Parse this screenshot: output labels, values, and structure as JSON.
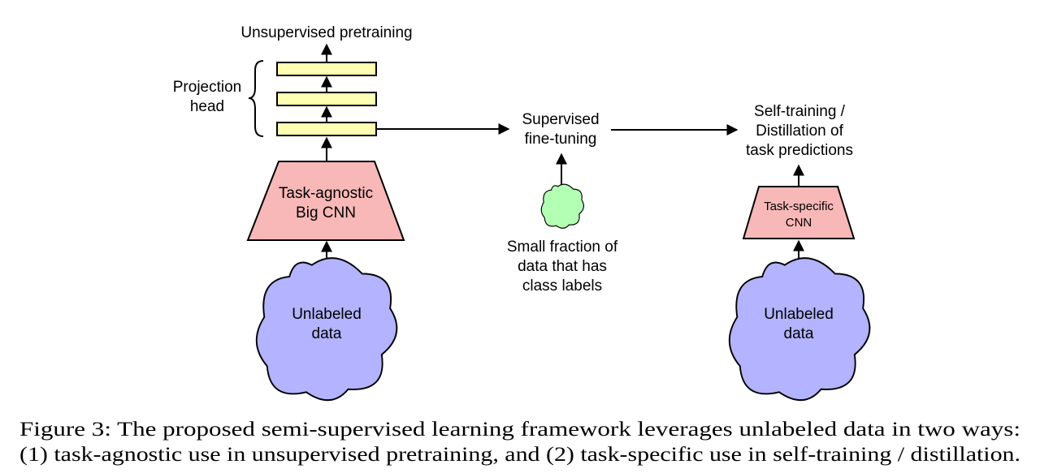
{
  "figure": {
    "unsupervised_pretraining": "Unsupervised pretraining",
    "projection_head": [
      "Projection",
      "head"
    ],
    "big_cnn": [
      "Task-agnostic",
      "Big CNN"
    ],
    "unlabeled_data_left": [
      "Unlabeled",
      "data"
    ],
    "supervised_finetuning": [
      "Supervised",
      "fine-tuning"
    ],
    "small_fraction": [
      "Small fraction of",
      "data that has",
      "class labels"
    ],
    "self_training": [
      "Self-training /",
      "Distillation of",
      "task predictions"
    ],
    "task_specific_cnn": [
      "Task-specific",
      "CNN"
    ],
    "unlabeled_data_right": [
      "Unlabeled",
      "data"
    ]
  },
  "caption": {
    "line1": "Figure 3: The proposed semi-supervised learning framework leverages unlabeled data in two ways:",
    "line2": "(1) task-agnostic use in unsupervised pretraining, and (2) task-specific use in self-training / distillation."
  },
  "colors": {
    "projection_layer": "#ffffb3",
    "cnn": "#f8b8b8",
    "unlabeled_cloud": "#b3b3ff",
    "labeled_cloud": "#b3ffb3"
  }
}
